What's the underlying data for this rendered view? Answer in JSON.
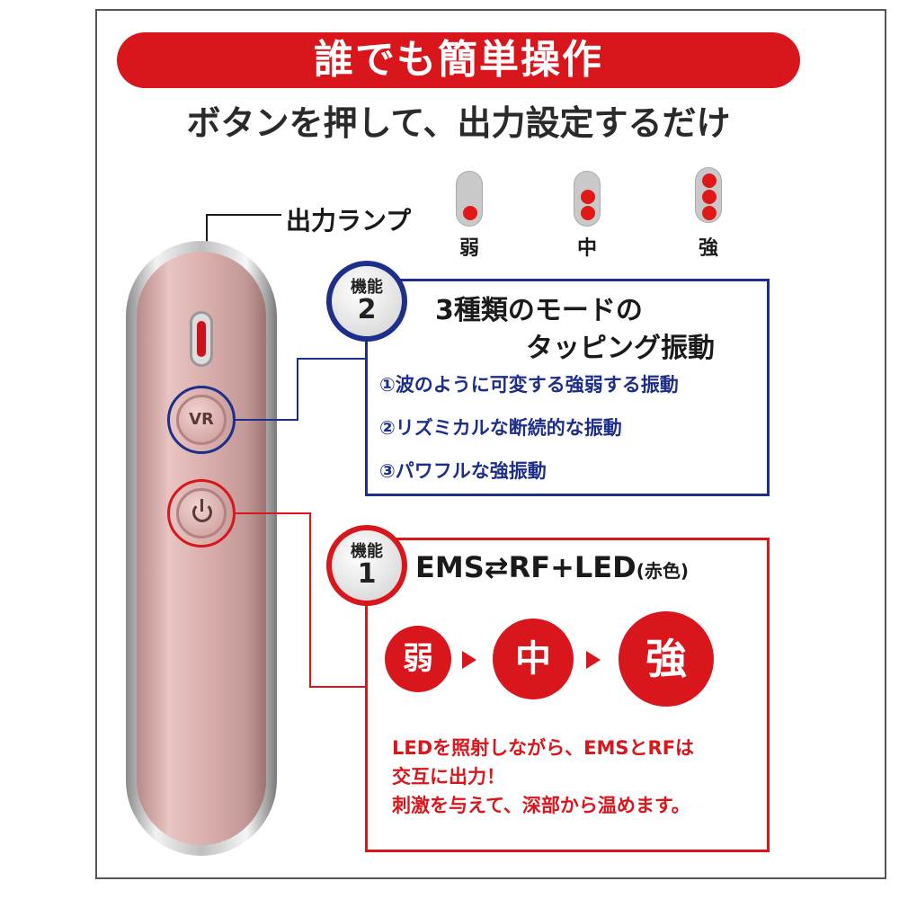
{
  "header": {
    "banner": "誰でも簡単操作",
    "subtitle": "ボタンを押して、出力設定するだけ"
  },
  "lamps": {
    "label": "出力ランプ",
    "levels": [
      {
        "label": "弱",
        "dots": 1
      },
      {
        "label": "中",
        "dots": 2
      },
      {
        "label": "強",
        "dots": 3
      }
    ]
  },
  "device": {
    "vr_button": "VR",
    "power_icon": "power-icon"
  },
  "function2": {
    "badge_top": "機能",
    "badge_num": "2",
    "title_line1": "3種類のモードの",
    "title_line2": "タッピング振動",
    "items": [
      "①波のように可変する強弱する振動",
      "②リズミカルな断続的な振動",
      "③パワフルな強振動"
    ],
    "color": "#1e2f8a"
  },
  "function1": {
    "badge_top": "機能",
    "badge_num": "1",
    "title_main": "EMS⇄RF+LED",
    "title_small": "(赤色)",
    "steps": [
      "弱",
      "中",
      "強"
    ],
    "description": [
      "LEDを照射しながら、EMSとRFは",
      "交互に出力！",
      "刺激を与えて、深部から温めます。"
    ],
    "color": "#d8161c"
  }
}
